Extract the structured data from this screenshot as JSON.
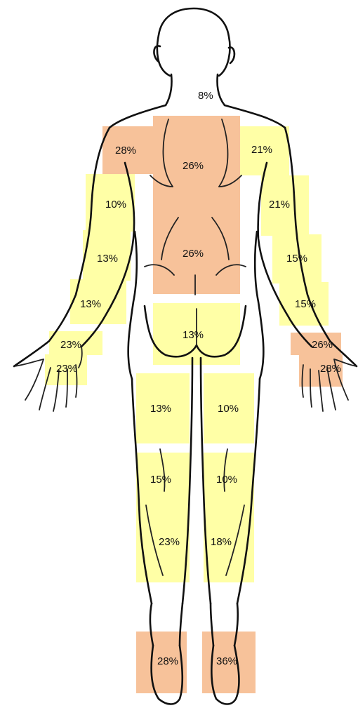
{
  "colors": {
    "low_region": "#FFFFA6",
    "high_region": "#F7C29A",
    "outline": "#111111",
    "background": "#FFFFFF"
  },
  "regions": [
    {
      "name": "neck",
      "label": "8%",
      "level": "none"
    },
    {
      "name": "left-shoulder",
      "label": "28%",
      "level": "high"
    },
    {
      "name": "upper-back",
      "label": "26%",
      "level": "high"
    },
    {
      "name": "right-shoulder",
      "label": "21%",
      "level": "low"
    },
    {
      "name": "left-upper-arm",
      "label": "10%",
      "level": "low"
    },
    {
      "name": "right-upper-arm",
      "label": "21%",
      "level": "low"
    },
    {
      "name": "left-elbow",
      "label": "13%",
      "level": "low"
    },
    {
      "name": "lower-back",
      "label": "26%",
      "level": "high"
    },
    {
      "name": "right-elbow",
      "label": "15%",
      "level": "low"
    },
    {
      "name": "left-forearm",
      "label": "13%",
      "level": "low"
    },
    {
      "name": "right-forearm",
      "label": "15%",
      "level": "low"
    },
    {
      "name": "buttocks",
      "label": "13%",
      "level": "low"
    },
    {
      "name": "left-wrist",
      "label": "23%",
      "level": "low"
    },
    {
      "name": "right-wrist",
      "label": "26%",
      "level": "high"
    },
    {
      "name": "left-hand",
      "label": "23%",
      "level": "low"
    },
    {
      "name": "right-hand",
      "label": "28%",
      "level": "high"
    },
    {
      "name": "left-thigh",
      "label": "13%",
      "level": "low"
    },
    {
      "name": "right-thigh",
      "label": "10%",
      "level": "low"
    },
    {
      "name": "left-knee",
      "label": "15%",
      "level": "low"
    },
    {
      "name": "right-knee",
      "label": "10%",
      "level": "low"
    },
    {
      "name": "left-calf",
      "label": "23%",
      "level": "low"
    },
    {
      "name": "right-calf",
      "label": "18%",
      "level": "low"
    },
    {
      "name": "left-foot",
      "label": "28%",
      "level": "high"
    },
    {
      "name": "right-foot",
      "label": "36%",
      "level": "high"
    }
  ]
}
